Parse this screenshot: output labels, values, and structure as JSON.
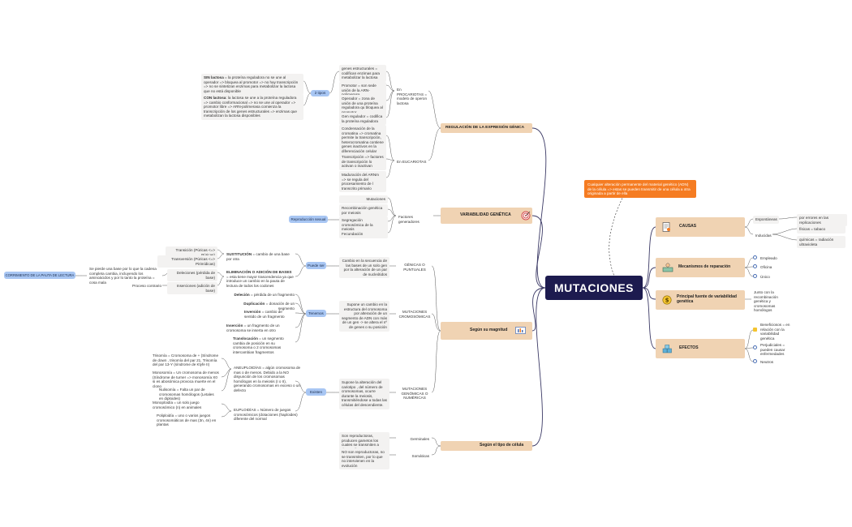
{
  "root": "MUTACIONES",
  "note": "Cualquier alteración permanente del material genético (ADN) de la célula => estas se pueden transmitir de una célula a otra originada a partir de ella",
  "causas": {
    "title": "CAUSAS",
    "espontaneas": "Espontáneas",
    "espontaneas_detail": "por errores en las replicaciones",
    "inducidas": "Inducidas",
    "fisicas": "físicas = tabaco",
    "quimicas": "químicas = radiación ultravioleta"
  },
  "reparacion": {
    "title": "Mecanismos de reparación",
    "items": [
      "Empleado",
      "Oficina",
      "Único"
    ]
  },
  "fuente": {
    "title": "Principal fuente de variabilidad genética",
    "detail": "Junto con la recombinación genética y cromosomas homólogos"
  },
  "efectos": {
    "title": "EFECTOS",
    "items": [
      "Beneficiosos = en relación con la variabilidad genética",
      "Perjudiciales = pueden causar enfermedades",
      "Neutros"
    ]
  },
  "regulacion": {
    "title": "REGULACIÓN DE LA EXPRESIÓN GÉNICA",
    "procariotas": "En PROCARIOTAS = modelo de operon lactosa",
    "eucariotas": "En EUCARIOTAS",
    "proc_items": [
      "genes estructurales = codifican enzimas para metabolizar la lactosa",
      "Promotor = son sede unión de la ARN-polimerasa",
      "Operador = zona de unión de una proteína reguladora qu bloquea al promotor",
      "Gen regulador = codifica la proteína reguladora"
    ],
    "euc_items": [
      "Condensación de la cromatina => cromatina permite la transcripción, heterocromatina contiene genes inactivos en la diferenciación celular",
      "Transcripción => factores de transcripción lo activan o inactivan",
      "Maduración del ARNm => se regula del procesamiento de l transcrito primario"
    ],
    "tipos": "2 tipos",
    "sin_lactosa_b": "SIN lactosa",
    "sin_lactosa": " = la proteína reguladora no se une al operador => bloquea al promotor => no hay transcripción => no se sintetizan enzimas para metabolizar la lactosa que no está disponible",
    "con_lactosa_b": "CON lactosa",
    "con_lactosa": ": la lactosa se une a la proteína reguladora => cambio conformacional => no se une al operador => promotor libre => ARN-polimerasa comienza la transcripción de los genes estructurales => enzimas que metabolizan la lactosa disponibles"
  },
  "variabilidad": {
    "title": "VARIABILIDAD GENÉTICA",
    "factores": "Factores generadores",
    "items": [
      "Mutaciones",
      "Recombinación genética por meiosis",
      "Segregación cromosómica de la meiosis",
      "Fecundación"
    ],
    "repro": "Reproducción sexual"
  },
  "magnitud": {
    "title": "Según su magnitud",
    "genicas": "GÉNICAS O PUNTUALES",
    "genicas_desc": "Cambio en la secuencia de las bases de un solo gen por la alteración de un par de nucleótidos",
    "puede_ser": "Puede ser",
    "sustitucion_b": "SUSTITUCIÓN",
    "sustitucion": " = cambio de una base por otra",
    "transicion": "Transición (Púricas <=> Púricas)",
    "transversion": "Transversión (Púricas <=> Pirimídicas)",
    "eliminacion_b": "ELIMINACIÓN O ADICIÓN DE BASES",
    "eliminacion": " = esta tiene mayor trascendencia ya que introduce un cambio en la pauta de lectura de todos los codones",
    "deleciones": "Deleciones (pérdida de base)",
    "inserciones": "Inserciones (adición de base)",
    "proceso": "Proceso contrario",
    "pauta_desc": "Se pierde una base por lo que la cadena completa cambia, incluyendo los aminoácidos y por lo tanto la proteína = cosa mala",
    "corrimiento": "CORRIMIENTO DE LA PAUTA DE LECTURA",
    "cromosomicas": "MUTACIONES CROMOSÓMICAS",
    "crom_desc": "Supone un cambio en la estructura del cromosoma por alteración de un segmento de ADN con más de un gen -> se altera el nº de genes o su posición",
    "tenemos": "Tenemos",
    "crom_items": [
      {
        "b": "Deleción",
        "t": " = pérdida de un fragmento"
      },
      {
        "b": "Duplicación",
        "t": " = donación de un segmento"
      },
      {
        "b": "Inversión",
        "t": " = cambio de sentido de un fragmento"
      },
      {
        "b": "Inserción",
        "t": " = un fragmento de un cromosoma se inserta en otro"
      },
      {
        "b": "Translocación",
        "t": " = un segmento cambia de posición en su cromosoma o 2 cromosomas intercambian fragmentos"
      }
    ],
    "genomicas": "MUTACIONES GENÓMICAS O NUMÉRICAS",
    "genom_desc": "Supone la alteración del cariotipo , del número de cromosomas, ocurre durante la meiosis, transmitiéndose a todas las células del descendiente.",
    "existen": "Existen",
    "aneuploidias": "ANEUPLOIDÍAS = algún cromosoma de mas o de menos. Debido a la NO disyunción de los cromosomas homólogos en la meiosis (I o II), generando cromosomas en exceso o un defecto",
    "euploidias": "EUPLOIDÍAS = Número de juegos cromosómicos (dotaciones (haploides) diferente del normal",
    "trisomia": "Trisomía = Cromosoma de + (Síndrome de down , trisomía del par 21, Trisomía del par 13-Y (síndrome de Klyfe II)",
    "monosomia": "Monosomía = Un cromosoma de menos (Síndrome de turner => monosomía X0 si es abosómica provoca muerte en el clono",
    "nulisomia": "Nulisomía = Falta un par de cromosomas homólogos (Letales en diploides)",
    "monoploidia": "Monoploidía = un solo juego cromosómico (n) en animales",
    "poliploidia": "Poliploidía = uno o varios juegos cromosomáticos de mas (3n, 4n) en plantas"
  },
  "celula": {
    "title": "Según el tipo de célula",
    "germinales": "Germinales",
    "germinales_desc": "Son reproductoras, producen gametos los cuales se transmiten a descendientes",
    "somaticas": "Somáticas",
    "somaticas_desc": "NO son reproductoras, no se transmiten, por lo que no intervienen en la evolución"
  },
  "colors": {
    "root": "#1d1b4f",
    "main": "#f0d3b3",
    "blue": "#a8c6f3",
    "accent": "#f57c22"
  }
}
